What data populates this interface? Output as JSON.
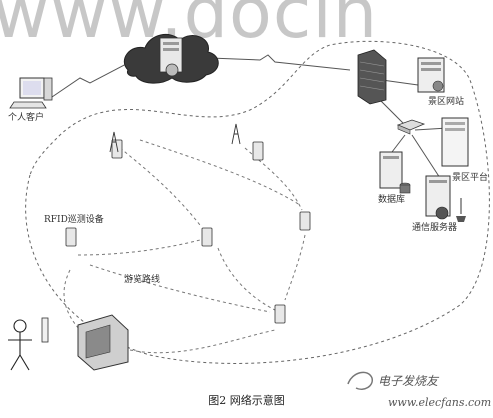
{
  "watermark": "www.docin",
  "caption": "图2  网络示意图",
  "labels": {
    "personal_client": "个人客户",
    "area_site": "景区网站",
    "area_platform": "景区平台",
    "database": "数据库",
    "comm_server": "通信服务器",
    "rfid_reader": "RFID巡测设备",
    "route": "游览路线"
  },
  "brand": {
    "name": "电子发烧友",
    "url": "www.elecfans.com"
  }
}
